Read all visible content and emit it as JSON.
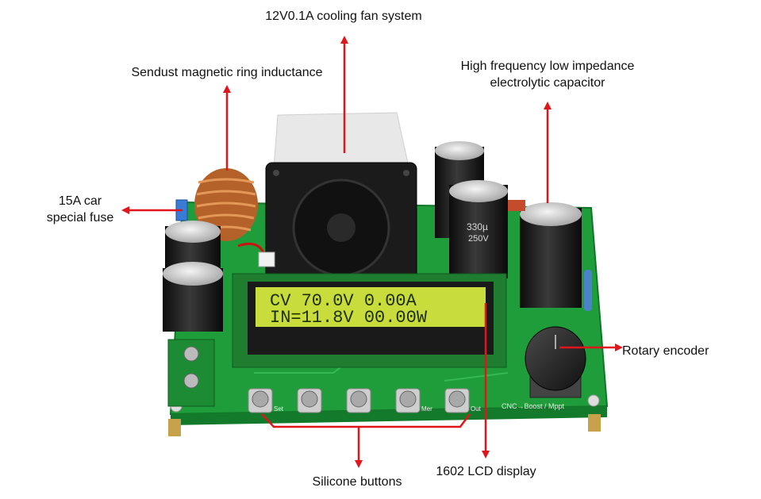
{
  "callouts": {
    "fan": "12V0.1A cooling fan system",
    "inductor": "Sendust magnetic ring inductance",
    "capacitor_line1": "High frequency low impedance",
    "capacitor_line2": "electrolytic capacitor",
    "fuse_line1": "15A car",
    "fuse_line2": "special fuse",
    "encoder": "Rotary encoder",
    "buttons": "Silicone buttons",
    "lcd": "1602 LCD display"
  },
  "lcd": {
    "line1": "CV  70.0V  0.00A",
    "line2": " IN=11.8V 00.00W"
  },
  "board": {
    "cap_label": "330µ",
    "cap_voltage": "250V",
    "button_labels": [
      "Set",
      "",
      "",
      "Mer",
      "Out"
    ],
    "mode_label": "CNC→Boost / Mppt"
  },
  "colors": {
    "arrow": "#e0161b",
    "pcb": "#1f9d3a",
    "lcd": "#c8dc3c"
  }
}
